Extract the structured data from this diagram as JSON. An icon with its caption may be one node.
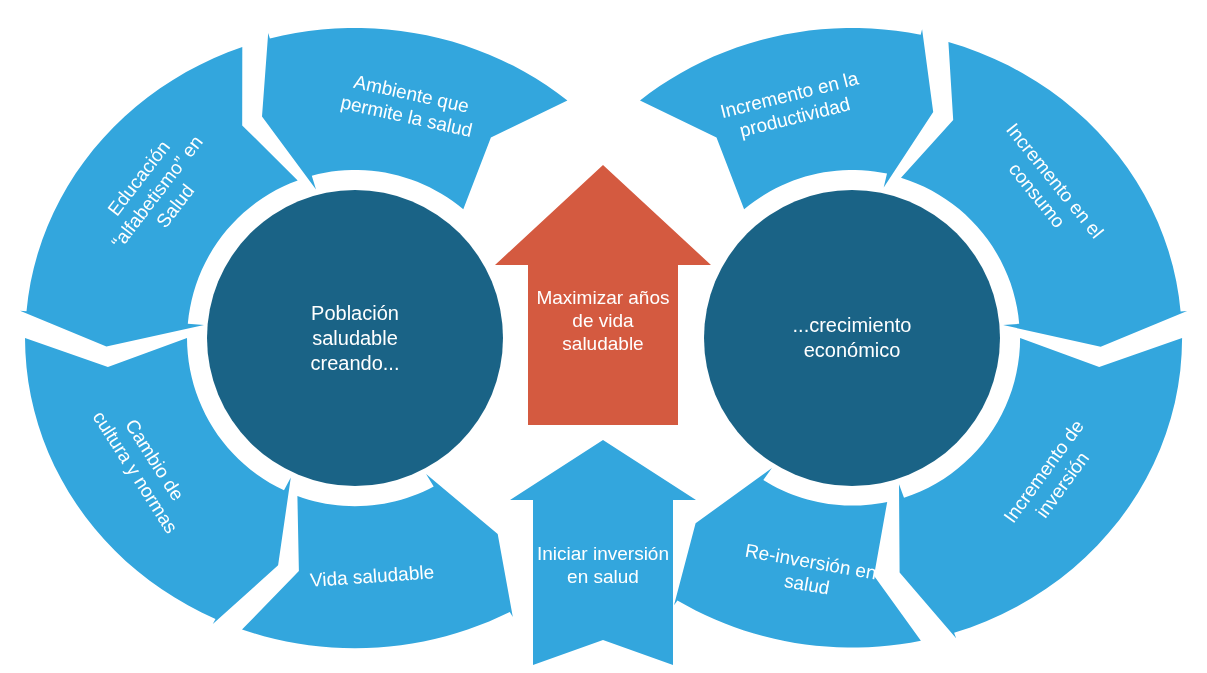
{
  "diagram": {
    "nodes": [
      {
        "text": [
          "Ambiente que permite la salud"
        ]
      },
      {
        "text": [
          "Incremento en la productividad"
        ]
      },
      {
        "text": [
          "Educación “alfabetismo” en Salud"
        ]
      },
      {
        "text": [
          "Incremento en el consumo"
        ]
      },
      {
        "text": [
          "Maximizar años de vida saludable"
        ]
      },
      {
        "text": [
          "Población saludable creando..."
        ]
      },
      {
        "text": [
          "...crecimiento económico"
        ]
      },
      {
        "text": [
          "Cambio de cultura y normas"
        ]
      },
      {
        "text": [
          "Iniciar inversión en salud"
        ]
      },
      {
        "text": [
          "Incremento de inversión"
        ]
      },
      {
        "text": [
          "Vida saludable"
        ]
      },
      {
        "text": [
          "Re-inversión en salud"
        ]
      }
    ]
  }
}
